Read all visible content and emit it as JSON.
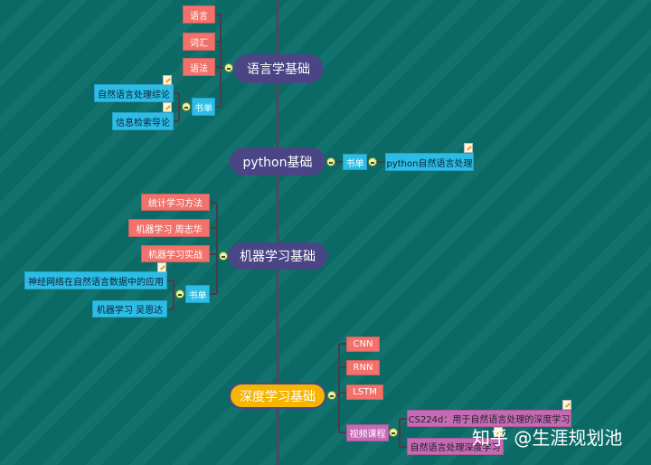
{
  "topics": [
    {
      "label": "语言学基础",
      "children": [
        "语言",
        "词汇",
        "语法"
      ],
      "booklist": {
        "label": "书单",
        "items": [
          "自然语言处理综论",
          "信息检索导论"
        ]
      }
    },
    {
      "label": "python基础",
      "booklist": {
        "label": "书单",
        "items": [
          "python自然语言处理"
        ]
      }
    },
    {
      "label": "机器学习基础",
      "children": [
        "统计学习方法",
        "机器学习 周志华",
        "机器学习实战"
      ],
      "booklist": {
        "label": "书单",
        "items": [
          "神经网络在自然语言数据中的应用",
          "机器学习 吴恩达"
        ]
      }
    },
    {
      "label": "深度学习基础",
      "children": [
        "CNN",
        "RNN",
        "LSTM"
      ],
      "courses": {
        "label": "视频课程",
        "items": [
          "CS224d：用于自然语言处理的深度学习",
          "自然语言处理深度学习"
        ]
      }
    }
  ],
  "watermark": "知乎 @生涯规划池",
  "colors": {
    "background": "#0c6a66",
    "topic": "#4a4585",
    "topic_highlight": "#f6b500",
    "leaf": "#f2716a",
    "book": "#2cbde6",
    "course": "#c56ab5"
  }
}
